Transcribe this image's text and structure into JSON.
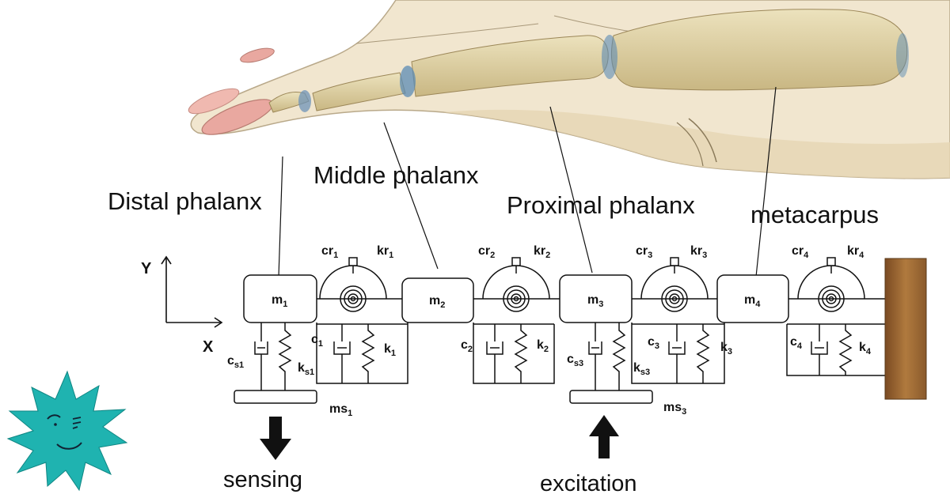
{
  "labels": {
    "distal": "Distal phalanx",
    "middle": "Middle phalanx",
    "proximal": "Proximal phalanx",
    "metacarpus": "metacarpus",
    "sensing": "sensing",
    "excitation": "excitation",
    "axis_y": "Y",
    "axis_x": "X"
  },
  "masses": [
    {
      "base": "m",
      "sub": "1"
    },
    {
      "base": "m",
      "sub": "2"
    },
    {
      "base": "m",
      "sub": "3"
    },
    {
      "base": "m",
      "sub": "4"
    }
  ],
  "rotary": [
    {
      "cr": "cr",
      "crs": "1",
      "kr": "kr",
      "krs": "1"
    },
    {
      "cr": "cr",
      "crs": "2",
      "kr": "kr",
      "krs": "2"
    },
    {
      "cr": "cr",
      "crs": "3",
      "kr": "kr",
      "krs": "3"
    },
    {
      "cr": "cr",
      "crs": "4",
      "kr": "kr",
      "krs": "4"
    }
  ],
  "ground_elems": [
    {
      "c": "c",
      "cs": "1",
      "k": "k",
      "ks": "1"
    },
    {
      "c": "c",
      "cs": "2",
      "k": "k",
      "ks": "2"
    },
    {
      "c": "c",
      "cs": "3",
      "k": "k",
      "ks": "3"
    },
    {
      "c": "c",
      "cs": "4",
      "k": "k",
      "ks": "4"
    }
  ],
  "sensors": [
    {
      "c": "c",
      "cs": "s1",
      "k": "k",
      "ks": "s1",
      "m": "ms",
      "ms": "1"
    },
    {
      "c": "c",
      "cs": "s3",
      "k": "k",
      "ks": "s3",
      "m": "ms",
      "ms": "3"
    }
  ],
  "colors": {
    "skin": "#f1e6cf",
    "skin_shadow": "#e3d2b0",
    "bone": "#ddd0a3",
    "bone_dark": "#b8a26d",
    "nail": "#e9a8a0",
    "joint_blue": "#5b8bb4",
    "wall": "#8b5a2b",
    "wall_light": "#c08a4e",
    "mascot": "#1fb3b0"
  },
  "icons": [
    "down-arrow-icon",
    "up-arrow-icon",
    "mascot-icon",
    "axes-icon"
  ]
}
